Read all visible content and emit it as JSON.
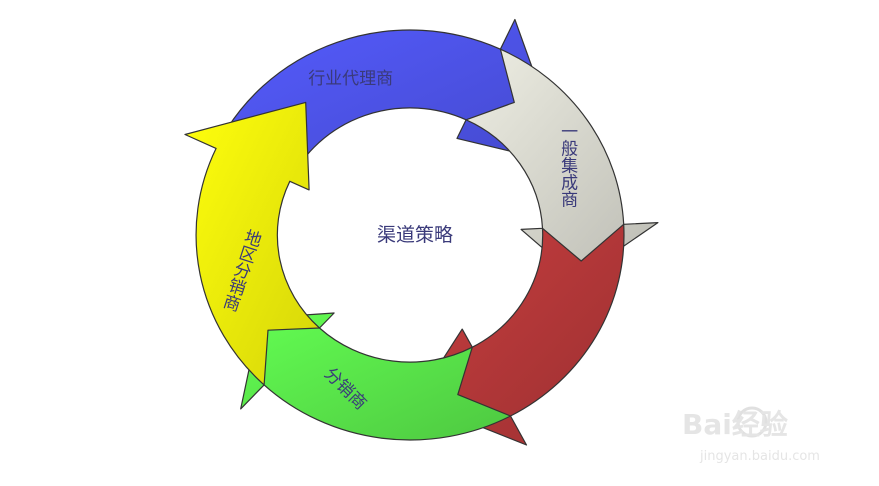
{
  "diagram": {
    "center_label": "渠道策略",
    "segments": [
      {
        "label": "行业代理商",
        "color": "#4f55ee"
      },
      {
        "label": "一般集成商",
        "color": "#dcdcd2"
      },
      {
        "label": "",
        "color": "#b8393a"
      },
      {
        "label": "分销商",
        "color": "#5ceb4c"
      },
      {
        "label": "地区分销商",
        "color": "#fbfb0b"
      }
    ],
    "outline_color": "#333333",
    "label_color": "#3a3a7a"
  },
  "watermark": {
    "logo_text": "Bai经验",
    "url_text": "jingyan.baidu.com"
  }
}
